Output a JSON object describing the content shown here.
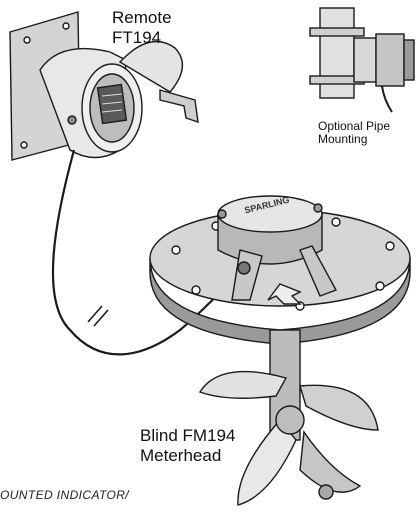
{
  "labels": {
    "remote_line1": "Remote",
    "remote_line2": "FT194",
    "pipe_line1": "Optional Pipe",
    "pipe_line2": "Mounting",
    "blind_line1": "Blind FM194",
    "blind_line2": "Meterhead",
    "caption": "OUNTED INDICATOR/",
    "brand": "SPARLING"
  },
  "colors": {
    "line": "#1a1a1a",
    "fill_light": "#ececec",
    "fill_mid": "#cfcfcf",
    "fill_dark": "#9a9a9a"
  }
}
